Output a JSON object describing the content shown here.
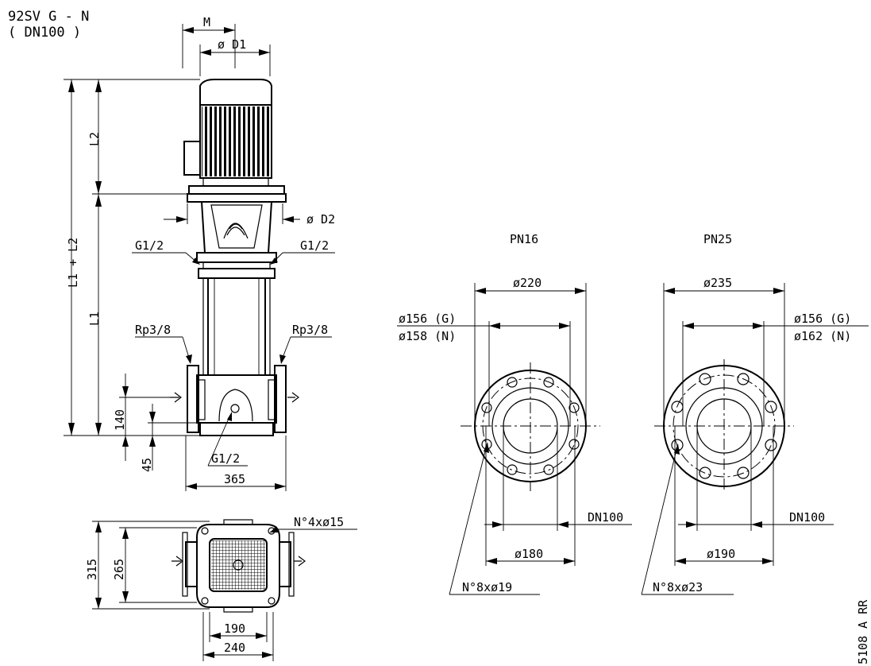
{
  "title": {
    "line1": "92SV G - N",
    "line2": "( DN100 )"
  },
  "dims": {
    "M": "M",
    "D1": "ø D1",
    "D2": "ø D2",
    "L2": "L2",
    "L1L2": "L1 + L2",
    "L1": "L1",
    "G12_left": "G1/2",
    "G12_right": "G1/2",
    "G12_bottom": "G1/2",
    "Rp_left": "Rp3/8",
    "Rp_right": "Rp3/8",
    "d140": "140",
    "d45": "45",
    "d365": "365",
    "d315": "315",
    "d265": "265",
    "d190": "190",
    "d240": "240",
    "holes4": "N°4xø15"
  },
  "flange16": {
    "label": "PN16",
    "outer": "ø220",
    "pcd_g": "ø156 (G)",
    "pcd_n": "ø158 (N)",
    "pitch": "ø180",
    "dn": "DN100",
    "holes": "N°8xø19"
  },
  "flange25": {
    "label": "PN25",
    "outer": "ø235",
    "pcd_g": "ø156 (G)",
    "pcd_n": "ø162 (N)",
    "pitch": "ø190",
    "dn": "DN100",
    "holes": "N°8xø23"
  },
  "drawing_code": "5108 A RR"
}
